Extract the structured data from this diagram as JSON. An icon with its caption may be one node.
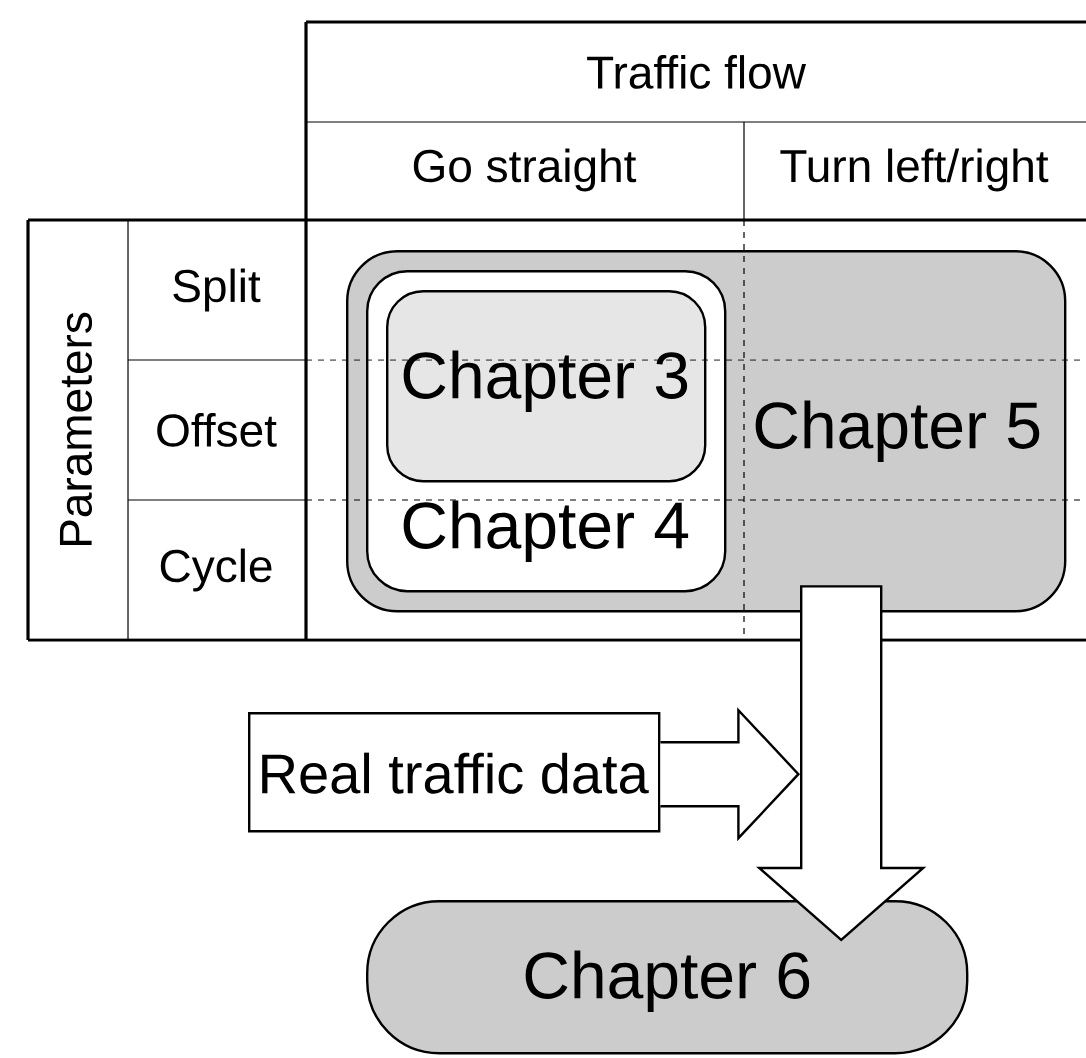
{
  "diagram": {
    "nodes": [
      {
        "text": [
          "Chapter 5"
        ]
      },
      {
        "text": [
          "Chapter 4"
        ],
        "in": 0
      },
      {
        "text": [
          "Chapter 3"
        ],
        "in": 1
      },
      {
        "text": [
          "Real traffic data"
        ]
      },
      {
        "text": [
          "Chapter 6"
        ]
      }
    ],
    "edges": [
      {
        "from": 0,
        "to": 4,
        "arrow": "to"
      },
      {
        "from": 3,
        "to": null,
        "arrow": "to"
      }
    ],
    "labels": [
      "Traffic flow",
      "Go straight",
      "Turn left/right",
      "Parameters",
      "Split",
      "Offset",
      "Cycle"
    ]
  }
}
